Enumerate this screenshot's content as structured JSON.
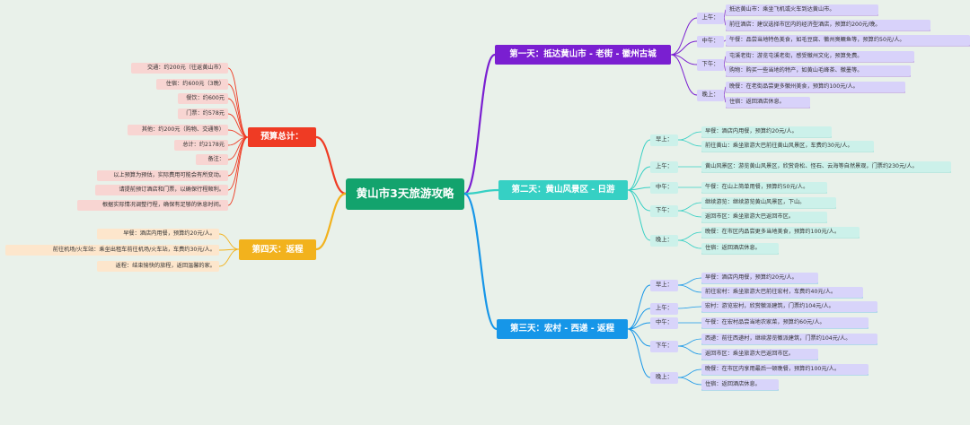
{
  "root": "黄山市3天旅游攻略",
  "branches": [
    {
      "id": "day1",
      "title": "第一天：抵达黄山市 - 老街 - 徽州古城",
      "color": "#7a1fd1",
      "tint": "#d8d2fa",
      "groups": [
        {
          "time": "上午：",
          "items": [
            "抵达黄山市：乘坐飞机或火车到达黄山市。",
            "前往酒店：建议选择市区内的经济型酒店，预算约200元/晚。"
          ]
        },
        {
          "time": "中午：",
          "items": [
            "午餐：品尝当地特色美食，如毛豆腐、徽州臭鳜鱼等，预算约50元/人。"
          ]
        },
        {
          "time": "下午：",
          "items": [
            "屯溪老街：游览屯溪老街，感受徽州文化，预算免费。",
            "购物：购买一些当地的特产，如黄山毛峰茶、徽墨等。"
          ]
        },
        {
          "time": "晚上：",
          "items": [
            "晚餐：在老街品尝更多徽州美食，预算约100元/人。",
            "住宿：返回酒店休息。"
          ]
        }
      ]
    },
    {
      "id": "day2",
      "title": "第二天：黄山风景区 - 日游",
      "color": "#36d0c4",
      "tint": "#ccf1ea",
      "groups": [
        {
          "time": "早上：",
          "items": [
            "早餐：酒店内用餐，预算约20元/人。",
            "前往黄山：乘坐旅游大巴前往黄山风景区，车费约30元/人。"
          ]
        },
        {
          "time": "上午：",
          "items": [
            "黄山风景区：游览黄山风景区，欣赏奇松、怪石、云海等自然景观，门票约230元/人。"
          ]
        },
        {
          "time": "中午：",
          "items": [
            "午餐：在山上简单用餐，预算约50元/人。"
          ]
        },
        {
          "time": "下午：",
          "items": [
            "继续游览：继续游览黄山风景区，下山。",
            "返回市区：乘坐旅游大巴返回市区。"
          ]
        },
        {
          "time": "晚上：",
          "items": [
            "晚餐：在市区内品尝更多当地美食，预算约100元/人。",
            "住宿：返回酒店休息。"
          ]
        }
      ]
    },
    {
      "id": "day3",
      "title": "第三天：宏村 - 西递 - 返程",
      "color": "#1696e8",
      "tint": "#d8d4fa",
      "groups": [
        {
          "time": "早上：",
          "items": [
            "早餐：酒店内用餐，预算约20元/人。",
            "前往宏村：乘坐旅游大巴前往宏村，车费约40元/人。"
          ]
        },
        {
          "time": "上午：",
          "items": [
            "宏村：游览宏村，欣赏徽派建筑，门票约104元/人。"
          ]
        },
        {
          "time": "中午：",
          "items": [
            "午餐：在宏村品尝当地农家菜，预算约60元/人。"
          ]
        },
        {
          "time": "下午：",
          "items": [
            "西递：前往西递村，继续游览徽派建筑，门票约104元/人。",
            "返回市区：乘坐旅游大巴返回市区。"
          ]
        },
        {
          "time": "晚上：",
          "items": [
            "晚餐：在市区内享用最后一顿晚餐，预算约100元/人。",
            "住宿：返回酒店休息。"
          ]
        }
      ]
    },
    {
      "id": "budget",
      "title": "预算总计：",
      "color": "#ef3b24",
      "tint": "#f8d5d2",
      "items": [
        "交通：约200元（往返黄山市）",
        "住宿：约600元（3晚）",
        "餐饮：约600元",
        "门票：约578元",
        "其他：约200元（购物、交通等）",
        "总计：约2178元",
        "备注：",
        "以上预算为预估，实际费用可能会有所变动。",
        "请提前预订酒店和门票，以确保行程顺利。",
        "根据实际情况调整行程，确保有足够的休息时间。"
      ]
    },
    {
      "id": "day4",
      "title": "第四天：返程",
      "color": "#f2b21d",
      "tint": "#fde6cc",
      "items": [
        "早餐：酒店内用餐，预算约20元/人。",
        "前往机场/火车站：乘坐出租车前往机场/火车站，车费约30元/人。",
        "返程：结束愉快的旅程，返回温馨的家。"
      ]
    }
  ]
}
